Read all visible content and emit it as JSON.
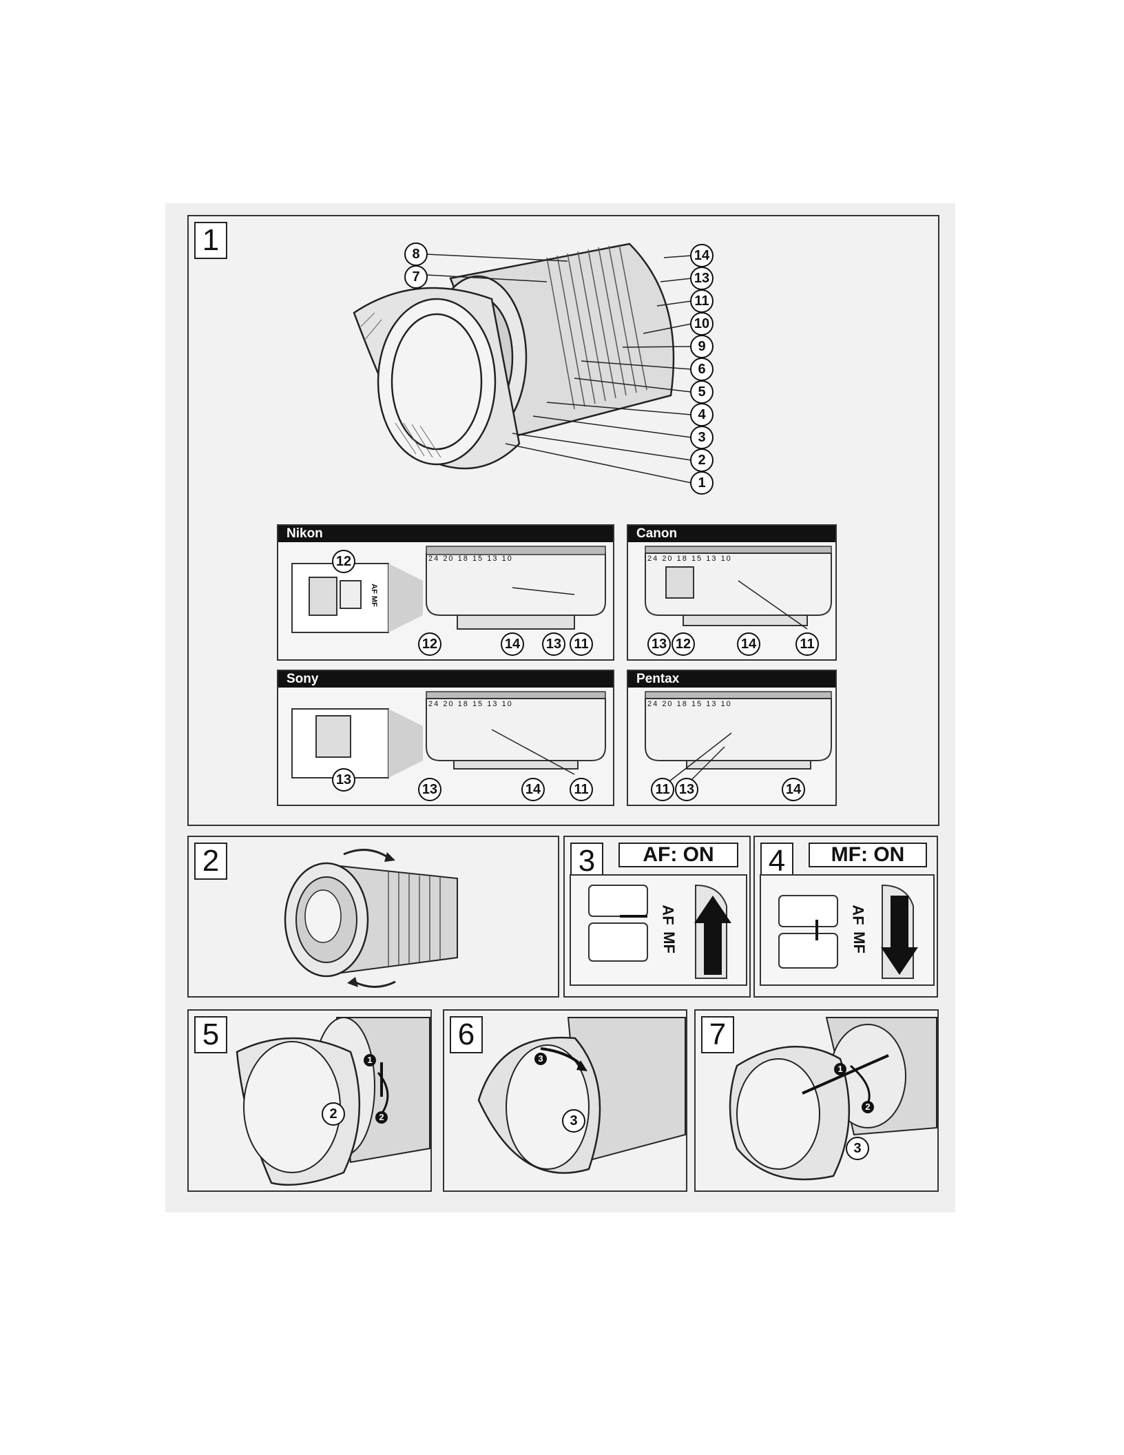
{
  "steps": {
    "s1": "1",
    "s2": "2",
    "s3": "3",
    "s4": "4",
    "s5": "5",
    "s6": "6",
    "s7": "7"
  },
  "fig1": {
    "callouts": [
      "8",
      "7",
      "14",
      "13",
      "11",
      "10",
      "9",
      "6",
      "5",
      "4",
      "3",
      "2",
      "1"
    ]
  },
  "mounts": {
    "nikon": {
      "title": "Nikon",
      "scale": [
        "24",
        "20",
        "18",
        "15",
        "13",
        "10"
      ],
      "switch": "AF MF",
      "callouts": [
        "12",
        "12",
        "14",
        "13",
        "11"
      ]
    },
    "canon": {
      "title": "Canon",
      "scale": [
        "24",
        "20",
        "18",
        "15",
        "13",
        "10"
      ],
      "callouts": [
        "13",
        "12",
        "14",
        "11"
      ]
    },
    "sony": {
      "title": "Sony",
      "scale": [
        "24",
        "20",
        "18",
        "15",
        "13",
        "10"
      ],
      "callouts": [
        "13",
        "13",
        "14",
        "11"
      ]
    },
    "pentax": {
      "title": "Pentax",
      "scale": [
        "24",
        "20",
        "18",
        "15",
        "13",
        "10"
      ],
      "callouts": [
        "11",
        "13",
        "14"
      ]
    }
  },
  "step3": {
    "label": "AF: ON",
    "af": "AF",
    "mf": "MF"
  },
  "step4": {
    "label": "MF: ON",
    "af": "AF",
    "mf": "MF"
  },
  "step5": {
    "callouts": [
      "2"
    ],
    "bullets": [
      "1",
      "2"
    ]
  },
  "step6": {
    "callouts": [
      "3"
    ],
    "bullets": [
      "3"
    ]
  },
  "step7": {
    "callouts": [
      "3"
    ],
    "bullets": [
      "1",
      "2"
    ]
  }
}
